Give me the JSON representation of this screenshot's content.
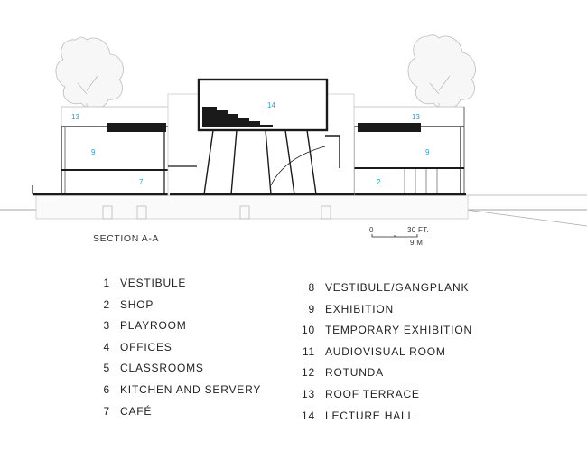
{
  "title": "SECTION A-A",
  "scale_bar": {
    "zero": "0",
    "feet": "30 FT.",
    "meters": "9 M"
  },
  "legend": [
    {
      "number": "1",
      "label": "VESTIBULE"
    },
    {
      "number": "2",
      "label": "SHOP"
    },
    {
      "number": "3",
      "label": "PLAYROOM"
    },
    {
      "number": "4",
      "label": "OFFICES"
    },
    {
      "number": "5",
      "label": "CLASSROOMS"
    },
    {
      "number": "6",
      "label": "KITCHEN AND SERVERY"
    },
    {
      "number": "7",
      "label": "CAFÉ"
    },
    {
      "number": "8",
      "label": "VESTIBULE/GANGPLANK"
    },
    {
      "number": "9",
      "label": "EXHIBITION"
    },
    {
      "number": "10",
      "label": "TEMPORARY EXHIBITION"
    },
    {
      "number": "11",
      "label": "AUDIOVISUAL ROOM"
    },
    {
      "number": "12",
      "label": "ROTUNDA"
    },
    {
      "number": "13",
      "label": "ROOF TERRACE"
    },
    {
      "number": "14",
      "label": "LECTURE HALL"
    }
  ],
  "drawing_labels": {
    "roof_left": "13",
    "roof_right": "13",
    "hall": "14",
    "exhibit_left": "9",
    "exhibit_right": "9",
    "cafe": "7",
    "shop": "2"
  },
  "colors": {
    "room_label": "#2a9fd6",
    "linework": "#1a1a1a",
    "trees": "#bbbbbb"
  }
}
